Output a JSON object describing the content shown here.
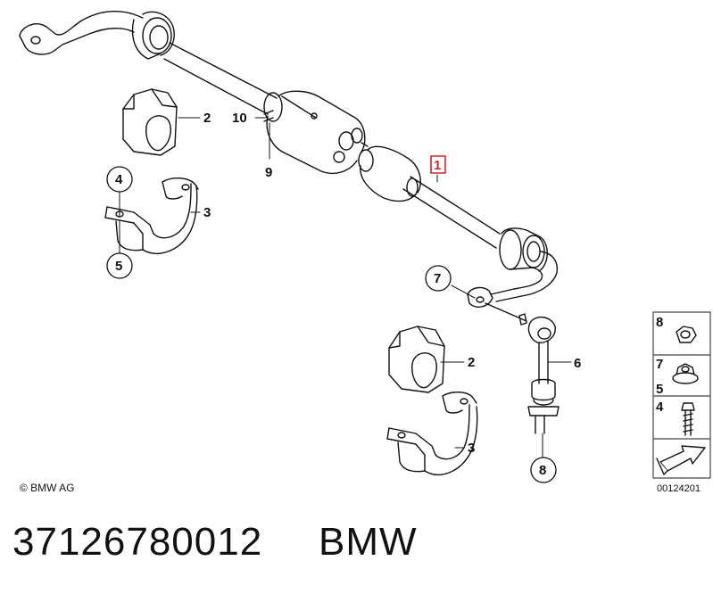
{
  "callouts": {
    "c1": "1",
    "c2_top": "2",
    "c3_top": "3",
    "c4": "4",
    "c5": "5",
    "c6": "6",
    "c7": "7",
    "c8": "8",
    "c9": "9",
    "c10": "10",
    "c2_bottom": "2",
    "c3_bottom": "3"
  },
  "legend": {
    "items": [
      "8",
      "7",
      "5",
      "4"
    ]
  },
  "footer": {
    "copyright": "© BMW AG",
    "diagram_id": "00124201",
    "part_number": "37126780012",
    "brand": "BMW"
  },
  "colors": {
    "line": "#111111",
    "highlight_box": "#d8232a",
    "legend_border": "#444444"
  }
}
